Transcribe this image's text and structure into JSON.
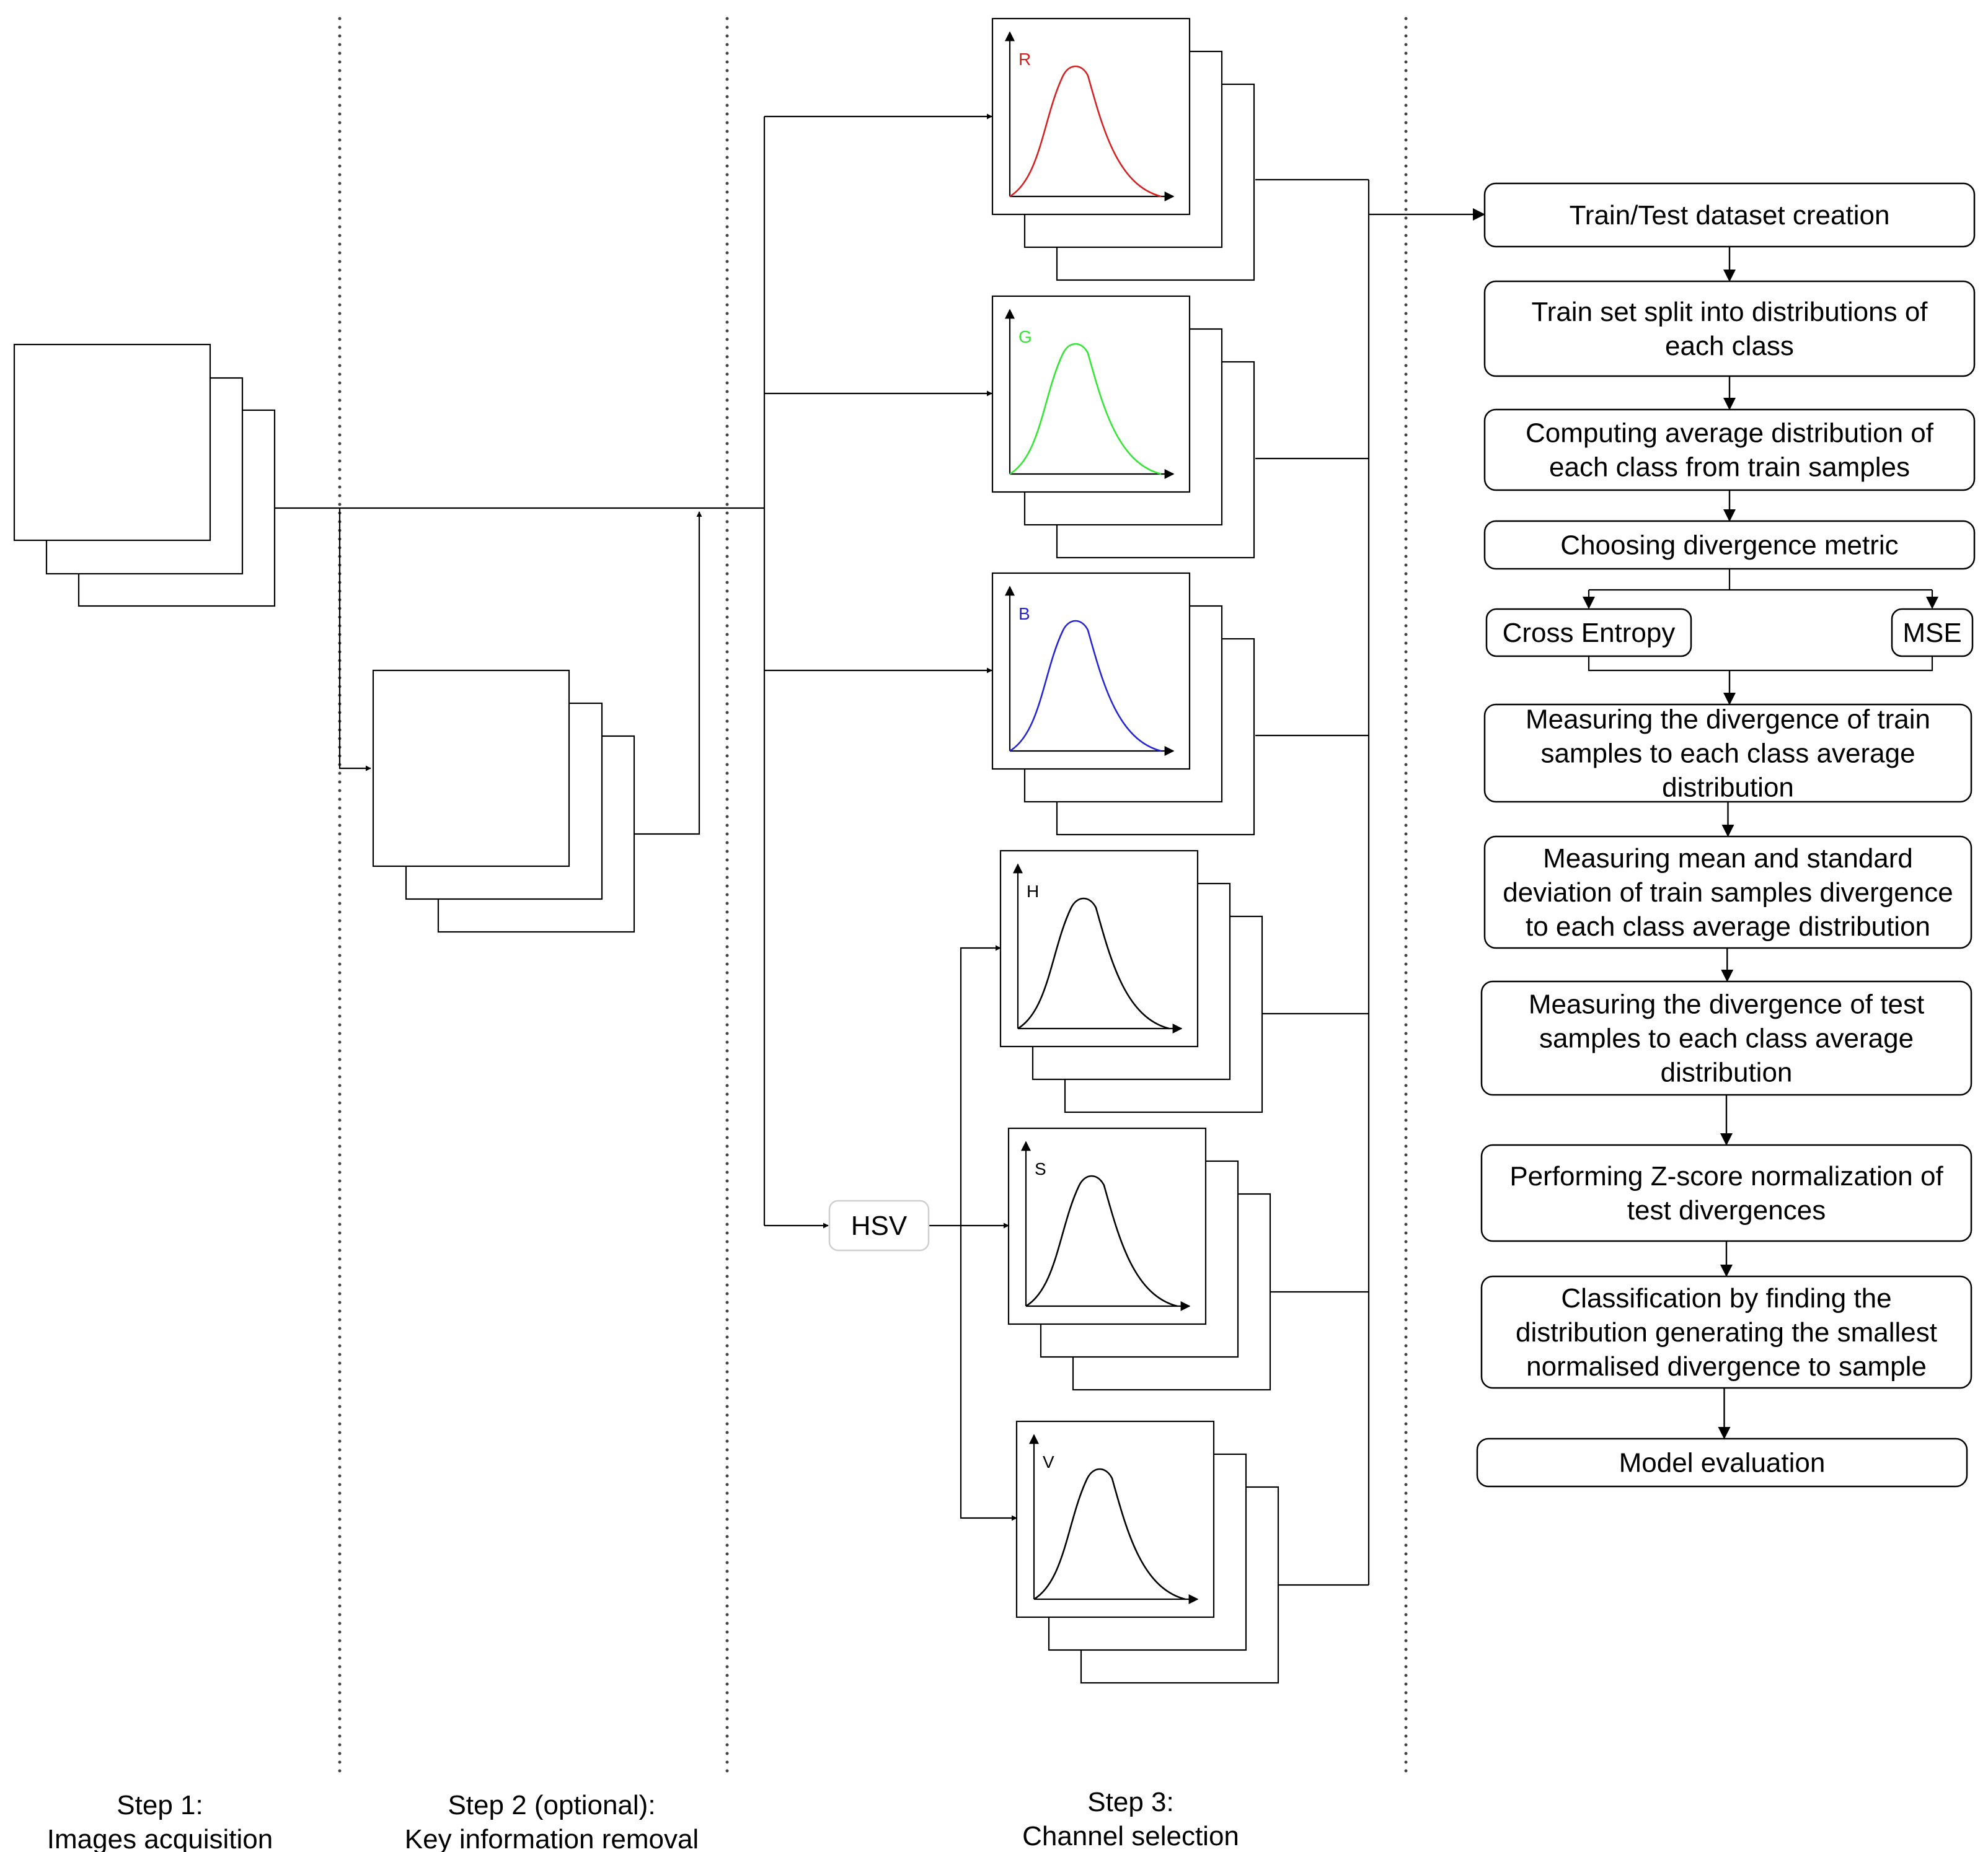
{
  "steps": [
    {
      "line1": "Step 1:",
      "line2": "Images acquisition"
    },
    {
      "line1": "Step 2 (optional):",
      "line2": "Key information removal"
    },
    {
      "line1": "Step 3:",
      "line2": "Channel selection"
    }
  ],
  "channels": [
    {
      "label": "R",
      "color": "#d62020"
    },
    {
      "label": "G",
      "color": "#33e633"
    },
    {
      "label": "B",
      "color": "#2424d6"
    },
    {
      "label": "H",
      "color": "#000000"
    },
    {
      "label": "S",
      "color": "#000000"
    },
    {
      "label": "V",
      "color": "#000000"
    }
  ],
  "hsv_label": "HSV",
  "pipeline": [
    {
      "lines": [
        "Train/Test dataset creation"
      ]
    },
    {
      "lines": [
        "Train set split into distributions of",
        "each class"
      ]
    },
    {
      "lines": [
        "Computing average distribution of",
        "each class from train samples"
      ]
    },
    {
      "lines": [
        "Choosing divergence metric"
      ]
    },
    {
      "lines": [
        "Measuring the divergence of train",
        "samples to each class average",
        "distribution"
      ]
    },
    {
      "lines": [
        "Measuring mean and standard",
        "deviation of train samples divergence",
        "to each class average distribution"
      ]
    },
    {
      "lines": [
        "Measuring the divergence of test",
        "samples to each class average",
        "distribution"
      ]
    },
    {
      "lines": [
        "Performing  Z-score normalization of",
        "test divergences"
      ]
    },
    {
      "lines": [
        "Classification by finding the",
        "distribution generating the smallest",
        "normalised divergence to sample"
      ]
    },
    {
      "lines": [
        "Model evaluation"
      ]
    }
  ],
  "metrics": [
    {
      "label": "Cross Entropy"
    },
    {
      "label": "MSE"
    }
  ]
}
